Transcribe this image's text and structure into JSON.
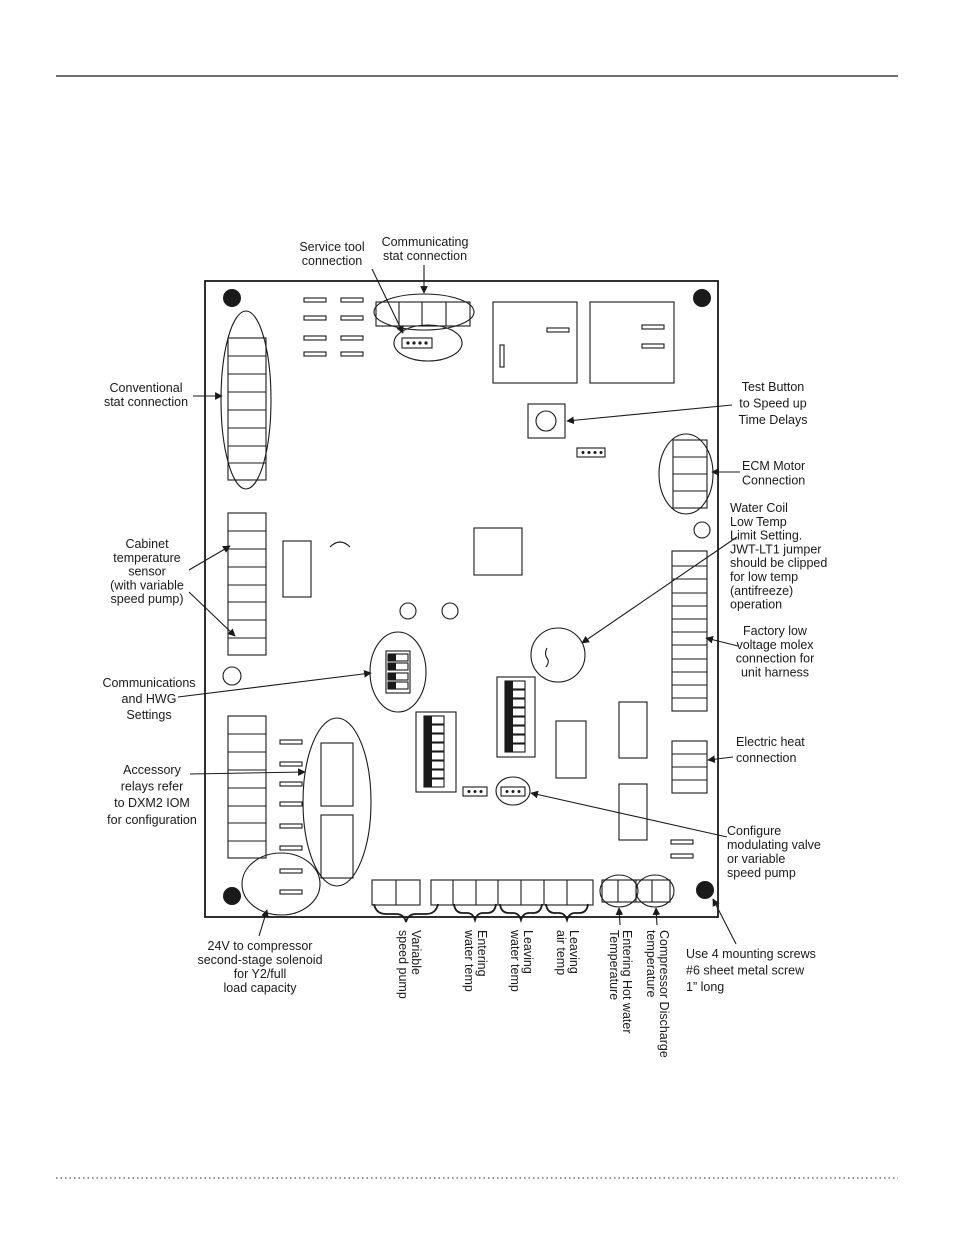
{
  "labels": {
    "service_tool": [
      "Service tool",
      "connection"
    ],
    "communicating_stat": [
      "Communicating",
      "stat connection"
    ],
    "conventional_stat": [
      "Conventional",
      "stat connection"
    ],
    "test_button": [
      "Test Button",
      "to Speed up",
      "Time Delays"
    ],
    "ecm_motor": [
      "ECM Motor",
      "Connection"
    ],
    "water_coil": [
      "Water Coil",
      "Low Temp",
      "Limit Setting.",
      "JWT-LT1 jumper",
      "should be clipped",
      "for low temp",
      "(antifreeze)",
      "operation"
    ],
    "cabinet_temp": [
      "Cabinet",
      "temperature",
      "sensor",
      "(with variable",
      "speed pump)"
    ],
    "factory_molex": [
      "Factory low",
      "voltage molex",
      "connection for",
      "unit harness"
    ],
    "communications_hwg": [
      "Communications",
      "and HWG",
      "Settings"
    ],
    "electric_heat": [
      "Electric heat",
      "connection"
    ],
    "accessory_relays": [
      "Accessory",
      "relays refer",
      "to DXM2 IOM",
      "for configuration"
    ],
    "configure_valve": [
      "Configure",
      "modulating valve",
      "or variable",
      "speed pump"
    ],
    "compressor_24v": [
      "24V to compressor",
      "second-stage solenoid",
      "for Y2/full",
      "load capacity"
    ],
    "mounting_screws": [
      "Use 4 mounting screws",
      "#6 sheet metal screw",
      "1” long"
    ],
    "variable_speed_pump": [
      "Variable",
      "speed pump"
    ],
    "entering_water_temp": [
      "Entering",
      "water temp"
    ],
    "leaving_water_temp": [
      "Leaving",
      "water temp"
    ],
    "leaving_air_temp": [
      "Leaving",
      "air temp"
    ],
    "entering_hot_water": [
      "Entering Hot water",
      "Temperature"
    ],
    "compressor_discharge": [
      "Compressor Discharge",
      "temperature"
    ]
  }
}
